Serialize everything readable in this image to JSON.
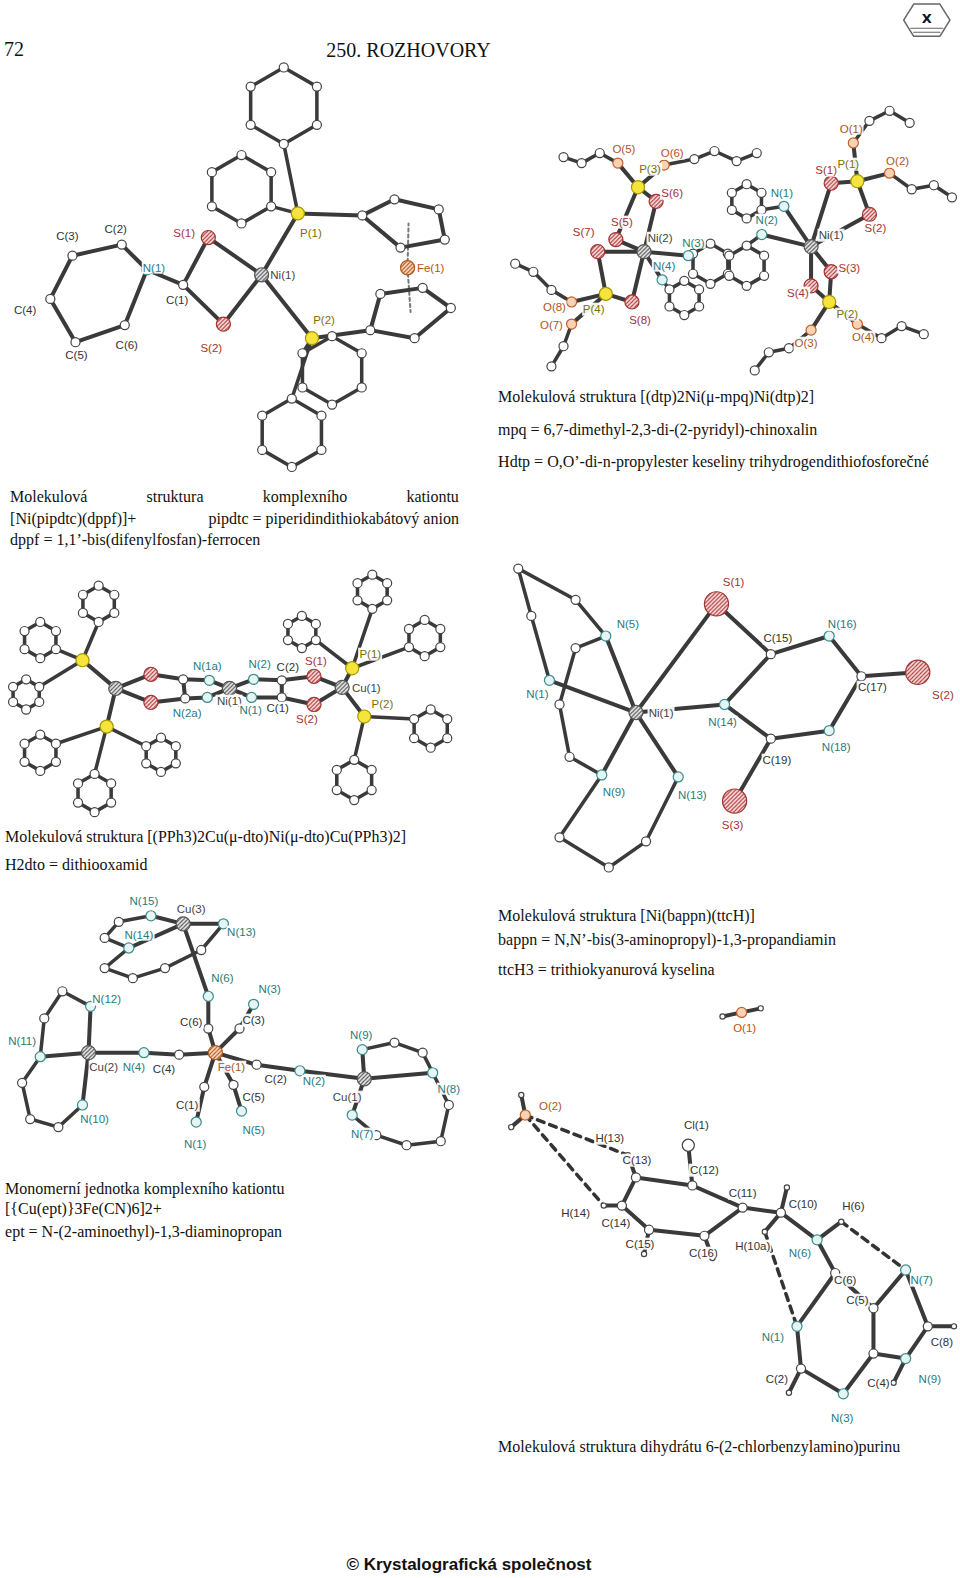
{
  "diagram": {
    "title": "250. ROZHOVORY",
    "labels": [
      "72",
      "X",
      "C(3)",
      "C(2)",
      "S(1)",
      "P(1)",
      "N(1)",
      "Ni(1)",
      "Fe(1)",
      "C(1)",
      "C(4)",
      "C(6)",
      "C(5)",
      "S(2)",
      "P(2)",
      "Molekulová struktura komplexního kationtu",
      "[Ni(pipdtc)(dppf)]+",
      "pipdtc = piperidindithiokabátový anion",
      "dppf = 1,1’-bis(difenylfosfan)-ferrocen",
      "O(1)",
      "O(5)",
      "O(6)",
      "P(1)",
      "O(2)",
      "P(3)",
      "S(1)",
      "S(6)",
      "N(1)",
      "S(7)",
      "S(5)",
      "N(2)",
      "S(2)",
      "Ni(2)",
      "N(3)",
      "Ni(1)",
      "N(4)",
      "S(3)",
      "S(4)",
      "O(8)",
      "P(4)",
      "P(2)",
      "O(7)",
      "S(8)",
      "O(3)",
      "O(4)",
      "Molekulová struktura [(dtp)2Ni(μ-mpq)Ni(dtp)2]",
      "mpq = 6,7-dimethyl-2,3-di-(2-pyridyl)-chinoxalin",
      "Hdtp = O,O’-di-n-propylester keseliny trihydrogendithiofosforečné",
      "N(1a)",
      "N(2)",
      "C(2)",
      "S(1)",
      "P(1)",
      "Cu(1)",
      "Ni(1)",
      "N(2a)",
      "N(1)",
      "C(1)",
      "S(2)",
      "P(2)",
      "Molekulová struktura [(PPh3)2Cu(μ-dto)Ni(μ-dto)Cu(PPh3)2]",
      "H2dto = dithiooxamid",
      "S(1)",
      "N(5)",
      "C(15)",
      "N(16)",
      "N(1)",
      "Ni(1)",
      "C(17)",
      "S(2)",
      "N(14)",
      "N(18)",
      "C(19)",
      "N(9)",
      "N(13)",
      "S(3)",
      "Molekulová struktura [Ni(bappn)(ttcH)]",
      "bappn = N,N’-bis(3-aminopropyl)-1,3-propandiamin",
      "ttcH3 = trithiokyanurová kyselina",
      "N(15)",
      "Cu(3)",
      "N(14)",
      "N(13)",
      "N(12)",
      "N(6)",
      "N(3)",
      "C(6)",
      "C(3)",
      "N(9)",
      "N(11)",
      "Cu(2)",
      "N(4)",
      "C(4)",
      "Fe(1)",
      "C(2)",
      "N(2)",
      "Cu(1)",
      "N(8)",
      "C(1)",
      "C(5)",
      "N(10)",
      "N(1)",
      "N(5)",
      "N(7)",
      "Monomerní jednotka komplexního kationtu",
      "[{Cu(ept)}3Fe(CN)6]2+",
      "ept = N-(2-aminoethyl)-1,3-diaminopropan",
      "O(1)",
      "O(2)",
      "Cl(1)",
      "H(13)",
      "C(13)",
      "C(12)",
      "C(11)",
      "C(10)",
      "H(6)",
      "H(14)",
      "C(14)",
      "C(15)",
      "H(10a)",
      "C(16)",
      "N(6)",
      "C(6)",
      "N(7)",
      "C(5)",
      "N(1)",
      "C(8)",
      "C(2)",
      "C(4)",
      "N(9)",
      "N(3)",
      "Molekulová struktura dihydrátu 6-(2-chlorbenzylamino)purinu",
      "© Krystalografická společnost"
    ]
  }
}
